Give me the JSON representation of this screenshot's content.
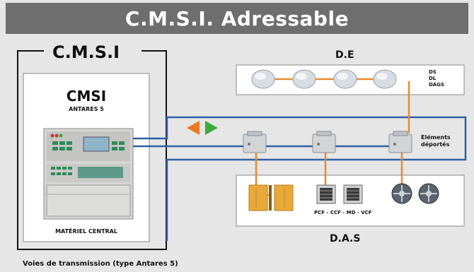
{
  "title": "C.M.S.I. Adressable",
  "cmsi_group_label": "C.M.S.I",
  "panel": {
    "title": "CMSI",
    "model": "ANTARES 5",
    "caption": "MATÉRIEL CENTRAL"
  },
  "de": {
    "label": "D.E",
    "types": [
      "DS",
      "DL",
      "DAGS"
    ]
  },
  "elements_deportes": [
    "Eléments",
    "déportés"
  ],
  "das": {
    "label": "D.A.S",
    "equipment": "PCF - CCF - MD - VCF"
  },
  "footer": "Voies de transmission (type Antares 5)",
  "colors": {
    "banner": "#6e6e6e",
    "bus_blue": "#2f5fa5",
    "link_orange": "#e88a2e",
    "arrow_orange": "#f07820",
    "arrow_green": "#3cab3c"
  }
}
